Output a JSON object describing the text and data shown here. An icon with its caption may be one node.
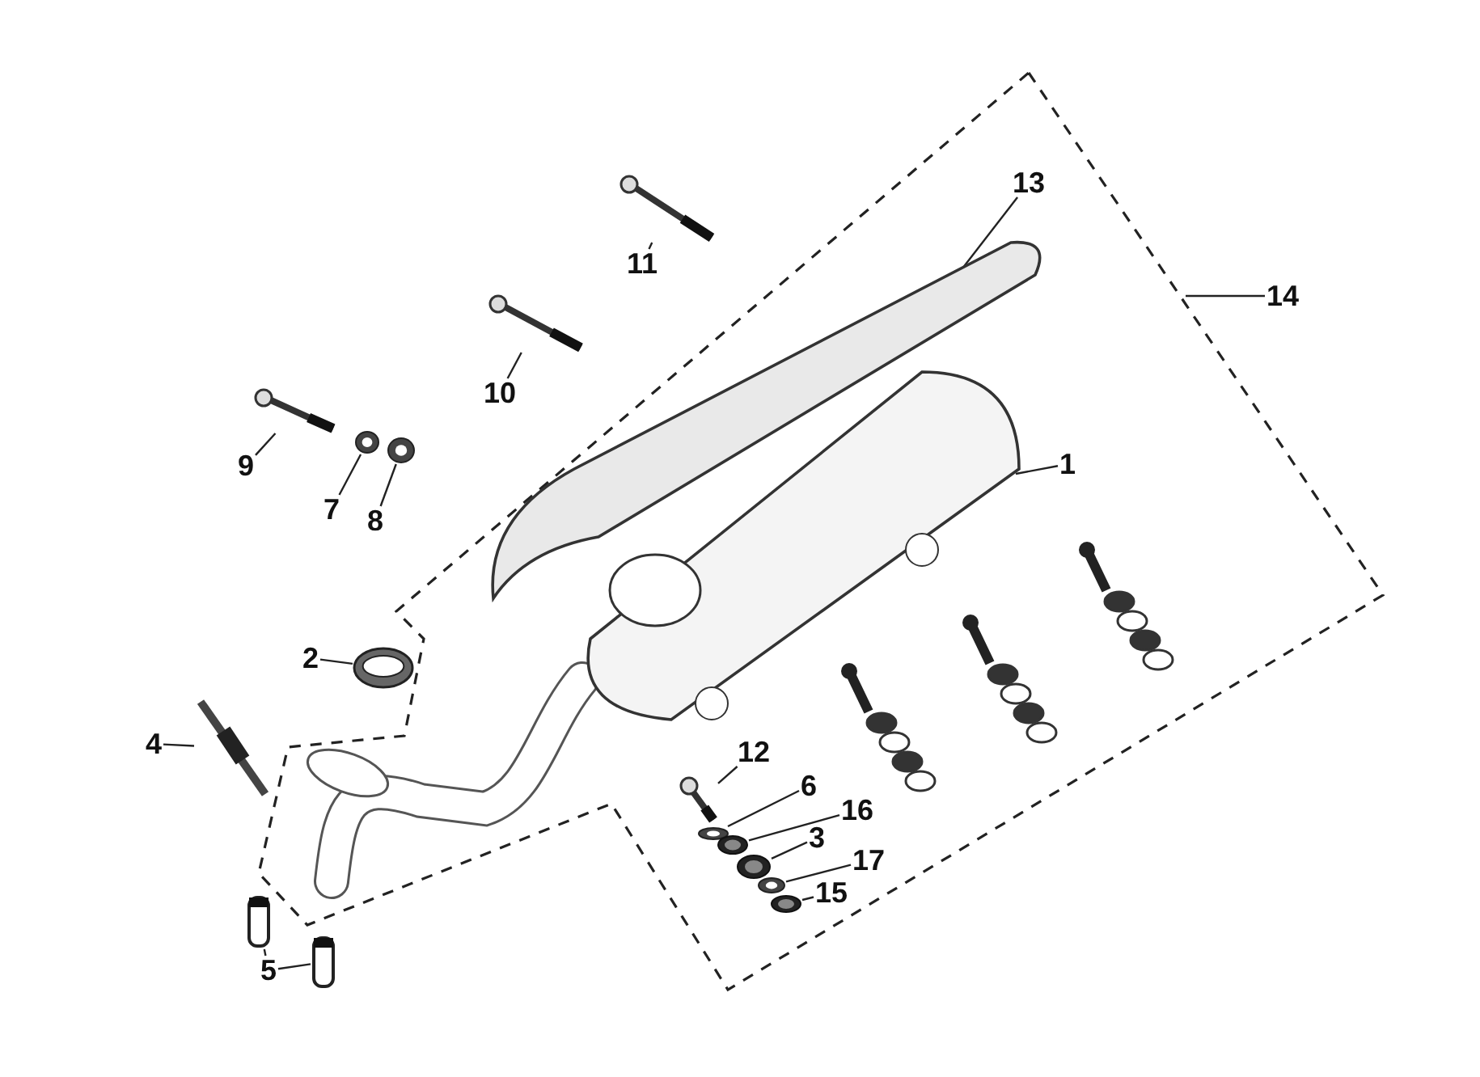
{
  "diagram": {
    "nodes": [
      {
        "text": [
          "13"
        ]
      },
      {
        "text": [
          "14"
        ]
      },
      {
        "text": [
          "11"
        ]
      },
      {
        "text": [
          "10"
        ]
      },
      {
        "text": [
          "1"
        ]
      },
      {
        "text": [
          "9"
        ]
      },
      {
        "text": [
          "7"
        ]
      },
      {
        "text": [
          "8"
        ]
      },
      {
        "text": [
          "2"
        ]
      },
      {
        "text": [
          "4"
        ]
      },
      {
        "text": [
          "12"
        ]
      },
      {
        "text": [
          "6"
        ]
      },
      {
        "text": [
          "16"
        ]
      },
      {
        "text": [
          "3"
        ]
      },
      {
        "text": [
          "17"
        ]
      },
      {
        "text": [
          "15"
        ]
      },
      {
        "text": [
          "5"
        ]
      },
      {
        "text": [],
        "shape": "picture"
      },
      {
        "text": [],
        "shape": "picture"
      },
      {
        "text": [],
        "shape": "picture"
      },
      {
        "text": [],
        "shape": "picture"
      },
      {
        "text": [],
        "shape": "picture"
      },
      {
        "text": [],
        "shape": "picture"
      },
      {
        "text": [],
        "shape": "picture"
      },
      {
        "text": [],
        "shape": "picture"
      },
      {
        "text": [],
        "shape": "picture"
      },
      {
        "text": [],
        "shape": "picture"
      },
      {
        "text": [],
        "shape": "picture"
      },
      {
        "text": [],
        "shape": "picture"
      },
      {
        "text": [],
        "shape": "picture"
      },
      {
        "text": [],
        "shape": "picture"
      },
      {
        "text": [],
        "shape": "picture"
      },
      {
        "text": [],
        "shape": "picture"
      },
      {
        "text": [],
        "shape": "picture"
      }
    ],
    "edges": [
      {
        "from": 0,
        "to": 17,
        "arrow": "none"
      },
      {
        "from": 1,
        "to": null,
        "arrow": "none"
      },
      {
        "from": 2,
        "to": 18,
        "arrow": "none"
      },
      {
        "from": 3,
        "to": 19,
        "arrow": "none"
      },
      {
        "from": 4,
        "to": 20,
        "arrow": "none"
      },
      {
        "from": 5,
        "to": 21,
        "arrow": "none"
      },
      {
        "from": 6,
        "to": 22,
        "arrow": "none"
      },
      {
        "from": 7,
        "to": 23,
        "arrow": "none"
      },
      {
        "from": 8,
        "to": 24,
        "arrow": "none"
      },
      {
        "from": 9,
        "to": 25,
        "arrow": "none"
      },
      {
        "from": 10,
        "to": 26,
        "arrow": "none"
      },
      {
        "from": 11,
        "to": 27,
        "arrow": "none"
      },
      {
        "from": 12,
        "to": 28,
        "arrow": "none"
      },
      {
        "from": 13,
        "to": 29,
        "arrow": "none"
      },
      {
        "from": 14,
        "to": 30,
        "arrow": "none"
      },
      {
        "from": 15,
        "to": 31,
        "arrow": "none"
      },
      {
        "from": 16,
        "to": 32,
        "arrow": "none"
      },
      {
        "from": 16,
        "to": 33,
        "arrow": "none"
      }
    ]
  }
}
